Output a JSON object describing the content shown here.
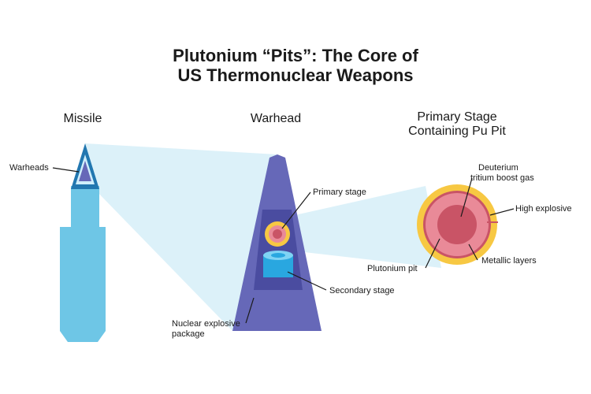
{
  "title": {
    "line1": "Plutonium “Pits”: The Core of",
    "line2": "US Thermonuclear Weapons"
  },
  "headings": {
    "missile": "Missile",
    "warhead": "Warhead",
    "primary_line1": "Primary Stage",
    "primary_line2": "Containing Pu Pit"
  },
  "labels": {
    "warheads": "Warheads",
    "primary_stage": "Primary stage",
    "secondary_stage": "Secondary stage",
    "nuclear_pkg_line1": "Nuclear explosive",
    "nuclear_pkg_line2": "package",
    "deuterium_line1": "Deuterium",
    "deuterium_line2": "tritium boost gas",
    "high_explosive": "High explosive",
    "plutonium_pit": "Plutonium pit",
    "metallic_layers": "Metallic layers"
  },
  "colors": {
    "missile": "#6ec6e6",
    "missile_dark": "#1f6fa8",
    "warhead_outer": "#6668b8",
    "warhead_inner": "#4a4ca0",
    "projection": "#d6eef8",
    "high_explosive": "#f7c843",
    "pit_outer": "#e98a98",
    "pit_core": "#c95466",
    "secondary": "#29a7e0"
  }
}
